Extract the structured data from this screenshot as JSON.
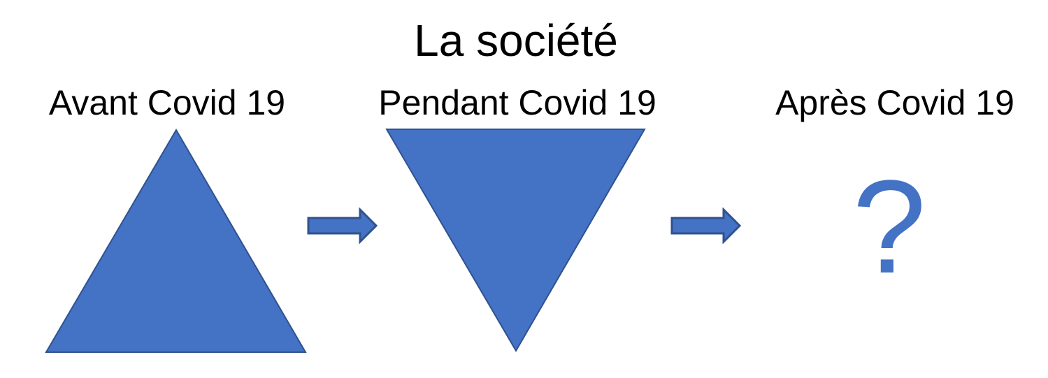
{
  "title": "La société",
  "stages": [
    {
      "id": "avant",
      "label": "Avant Covid 19",
      "shape": "triangle-up"
    },
    {
      "id": "pendant",
      "label": "Pendant Covid 19",
      "shape": "triangle-down"
    },
    {
      "id": "apres",
      "label": "Après Covid 19",
      "shape": "question-mark",
      "symbol": "?"
    }
  ],
  "arrows": [
    {
      "from": "avant",
      "to": "pendant",
      "direction": "right"
    },
    {
      "from": "pendant",
      "to": "apres",
      "direction": "right"
    }
  ],
  "colors": {
    "shape_fill": "#4472C4",
    "shape_border": "#2F528F",
    "question_mark": "#4472C4",
    "text": "#000000",
    "background": "#FFFFFF"
  }
}
